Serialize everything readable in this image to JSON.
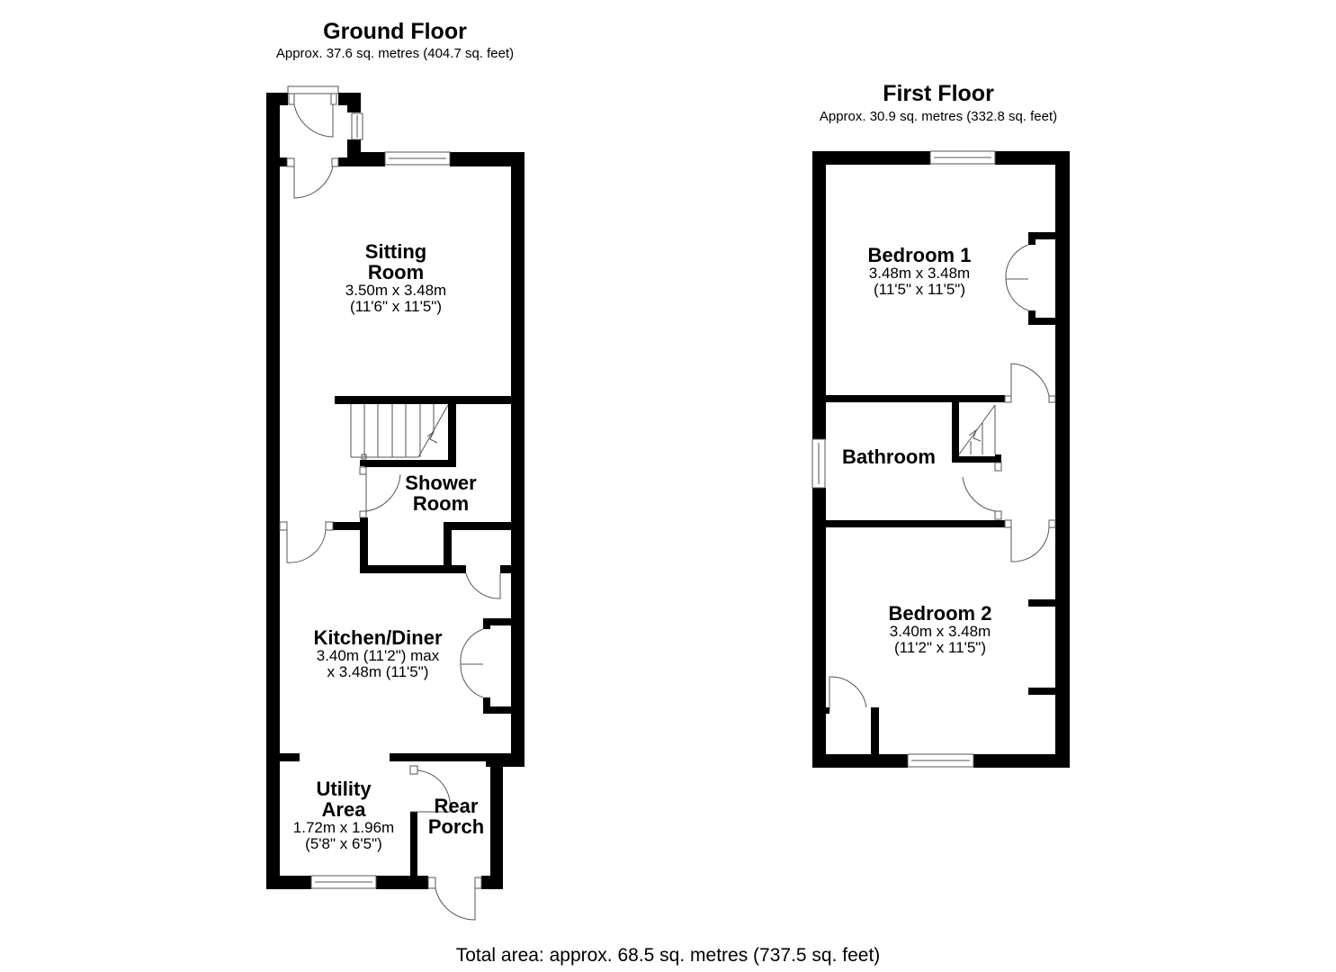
{
  "ground_floor": {
    "title": "Ground Floor",
    "area": "Approx. 37.6 sq. metres (404.7 sq. feet)",
    "rooms": [
      {
        "name_line1": "Sitting",
        "name_line2": "Room",
        "dim_metric": "3.50m x 3.48m",
        "dim_imperial": "(11'6\" x 11'5\")"
      },
      {
        "name_line1": "Shower",
        "name_line2": "Room"
      },
      {
        "name_line1": "Kitchen/Diner",
        "dim_metric": "3.40m (11'2\") max",
        "dim_imperial": "x 3.48m (11'5\")"
      },
      {
        "name_line1": "Utility",
        "name_line2": "Area",
        "dim_metric": "1.72m x 1.96m",
        "dim_imperial": "(5'8\" x 6'5\")"
      },
      {
        "name_line1": "Rear",
        "name_line2": "Porch"
      }
    ]
  },
  "first_floor": {
    "title": "First Floor",
    "area": "Approx. 30.9 sq. metres (332.8 sq. feet)",
    "rooms": [
      {
        "name_line1": "Bedroom 1",
        "dim_metric": "3.48m x 3.48m",
        "dim_imperial": "(11'5\" x 11'5\")"
      },
      {
        "name_line1": "Bathroom"
      },
      {
        "name_line1": "Bedroom 2",
        "dim_metric": "3.40m x 3.48m",
        "dim_imperial": "(11'2\" x 11'5\")"
      }
    ]
  },
  "total_area": "Total area: approx. 68.5 sq. metres (737.5 sq. feet)",
  "colors": {
    "wall": "#000000",
    "fixture_line": "#555555",
    "background": "#ffffff"
  }
}
